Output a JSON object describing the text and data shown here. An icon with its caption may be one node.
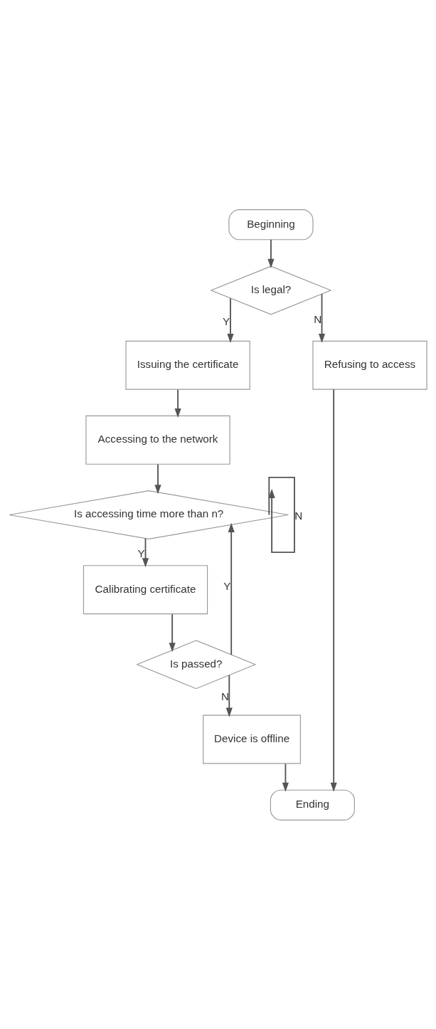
{
  "diagram": {
    "nodes": [
      {
        "text": [
          "Beginning"
        ]
      },
      {
        "text": [
          "Is legal?"
        ]
      },
      {
        "text": [
          "Issuing the certificate"
        ]
      },
      {
        "text": [
          "Refusing to access"
        ]
      },
      {
        "text": [
          "Accessing to the network"
        ]
      },
      {
        "text": [
          "Is accessing time more than n?"
        ]
      },
      {
        "text": [
          "Calibrating certificate"
        ]
      },
      {
        "text": [
          "Is passed?"
        ]
      },
      {
        "text": [
          "Device is offline"
        ]
      },
      {
        "text": [
          "Ending"
        ]
      }
    ],
    "edges": [
      {
        "from": 0,
        "to": 1,
        "arrow": "to"
      },
      {
        "from": 1,
        "to": 2,
        "arrow": "to",
        "label": "Y"
      },
      {
        "from": 1,
        "to": 3,
        "arrow": "to",
        "label": "N"
      },
      {
        "from": 2,
        "to": 4,
        "arrow": "to"
      },
      {
        "from": 4,
        "to": 5,
        "arrow": "to"
      },
      {
        "from": 5,
        "to": 5,
        "arrow": "to",
        "label": "N"
      },
      {
        "from": 5,
        "to": 6,
        "arrow": "to",
        "label": "Y"
      },
      {
        "from": 6,
        "to": 7,
        "arrow": "to"
      },
      {
        "from": 7,
        "to": 5,
        "arrow": "to",
        "label": "Y"
      },
      {
        "from": 7,
        "to": 8,
        "arrow": "to",
        "label": "N"
      },
      {
        "from": 8,
        "to": 9,
        "arrow": "to"
      },
      {
        "from": 3,
        "to": 9,
        "arrow": "to"
      }
    ]
  }
}
